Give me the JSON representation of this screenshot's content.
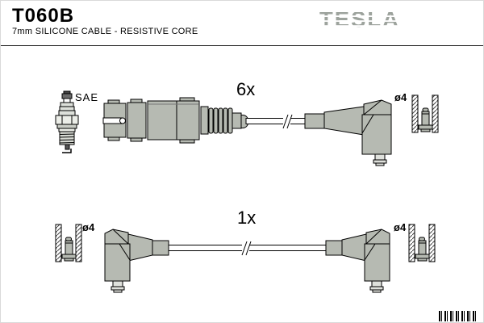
{
  "header": {
    "product_code": "T060B",
    "subtitle": "7mm SILICONE CABLE - RESISTIVE CORE",
    "brand_logo": "TESLA"
  },
  "diagram": {
    "top_row": {
      "spark_plug_label": "SAE",
      "quantity": "6x",
      "terminal_diameter": "ø4"
    },
    "bottom_row": {
      "quantity": "1x",
      "terminal_diameter_left": "ø4",
      "terminal_diameter_right": "ø4"
    }
  },
  "icons": {
    "barcode": "barcode-icon",
    "spark_plug": "spark-plug-drawing",
    "logo_style": "gray-letters-with-white-horizontal-stripes"
  },
  "colors": {
    "background": "#ffffff",
    "outline": "#000000",
    "connector_fill": "#b6bab2",
    "logo_gray": "#9da39d"
  }
}
